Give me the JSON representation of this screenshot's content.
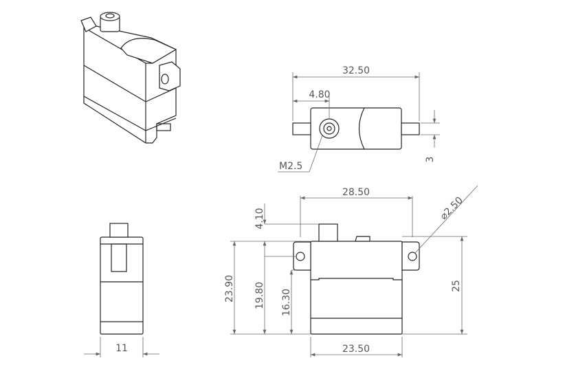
{
  "dimensions": {
    "top_length": "32.50",
    "top_offset": "4.80",
    "thread": "M2.5",
    "tab_thickness": "3",
    "hole_spacing": "28.50",
    "hole_diameter": "⌀2.50",
    "spline_height": "4.10",
    "total_height": "23.90",
    "to_tab_height": "19.80",
    "body_lower_height": "16.30",
    "body_height": "25",
    "body_width": "23.50",
    "side_width": "11"
  },
  "colors": {
    "line": "#222222",
    "dimension": "#666666"
  }
}
